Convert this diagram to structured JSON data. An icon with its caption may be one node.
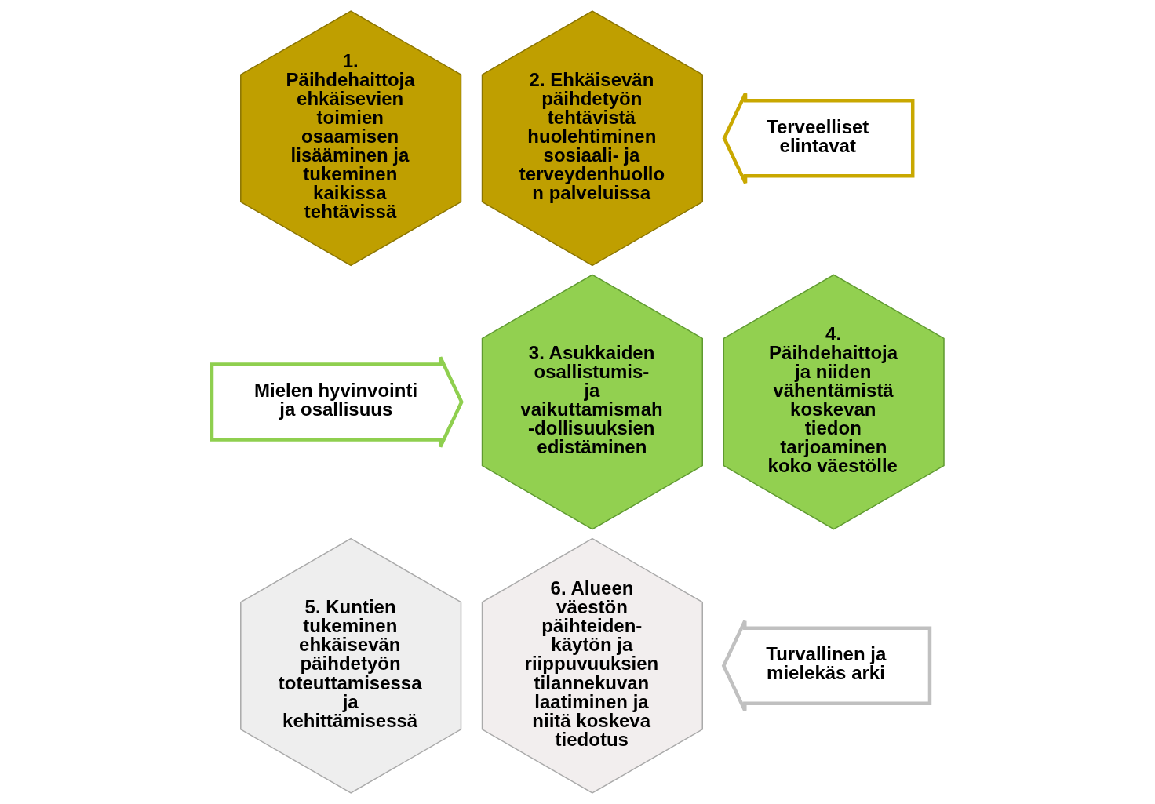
{
  "diagram": {
    "nodes": [
      {
        "text": [
          "1. Päihdehaittoja ehkäisevien toimien osaamisen lisääminen ja tukeminen kaikissa tehtävissä"
        ]
      },
      {
        "text": [
          "2. Ehkäisevän päihdetyön tehtävistä huolehtiminen sosiaali- ja terveydenhuollo n palveluissa"
        ]
      },
      {
        "text": [
          "Terveelliset elintavat"
        ]
      },
      {
        "text": [
          "Mielen hyvinvointi ja osallisuus"
        ]
      },
      {
        "text": [
          "3. Asukkaiden osallistumis- ja vaikuttamismah -dollisuuksien edistäminen"
        ]
      },
      {
        "text": [
          "4. Päihdehaittoja ja niiden vähentämistä koskevan tiedon tarjoaminen koko väestölle"
        ]
      },
      {
        "text": [
          "5. Kuntien tukeminen ehkäisevän päihdetyön toteuttamisessa ja kehittämisessä"
        ]
      },
      {
        "text": [
          "6. Alueen väestön päihteiden- käytön ja riippuvuuksien tilannekuvan laatiminen ja niitä koskeva tiedotus"
        ]
      },
      {
        "text": [
          "Turvallinen ja mielekäs arki"
        ]
      }
    ],
    "edges": []
  }
}
